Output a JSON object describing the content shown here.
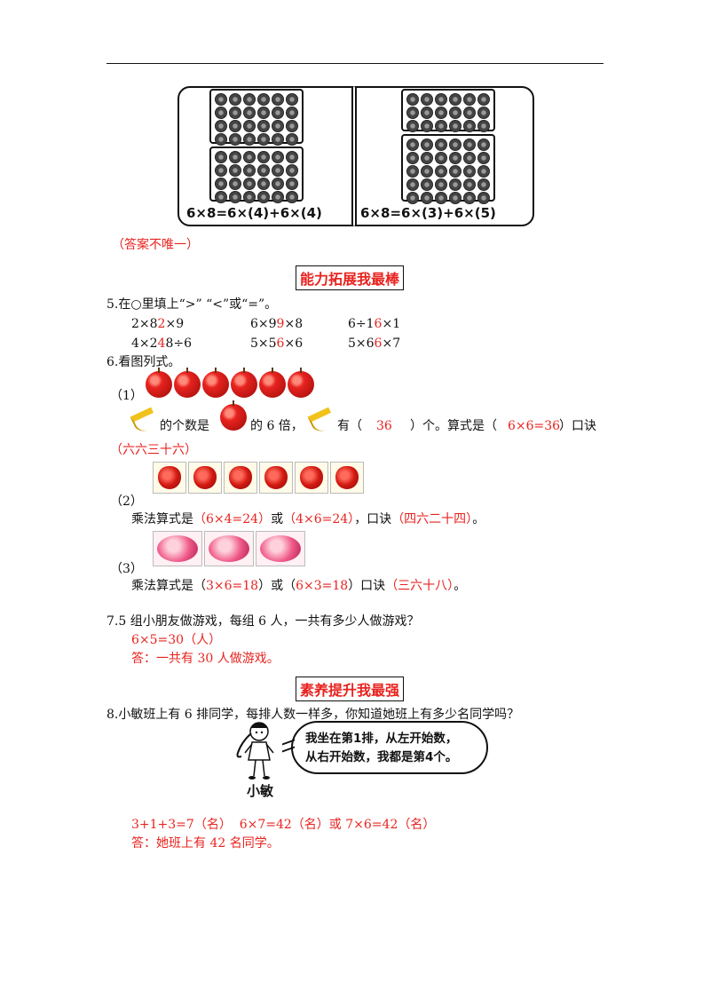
{
  "figure": {
    "left_equation": "6×8=6×(4)+6×(4)",
    "right_equation": "6×8=6×(3)+6×(5)"
  },
  "note": "（答案不唯一）",
  "section_ability": "能力拓展我最棒",
  "q5": {
    "prompt": "5.在○里填上“>” “<”或“=”。",
    "r1c1": [
      "2×8",
      "2",
      "×9"
    ],
    "r1c2": [
      "6×9",
      "9",
      "×8"
    ],
    "r1c3": [
      "6÷1",
      "6",
      "×1"
    ],
    "r2c1": [
      "4×2",
      "4",
      "8÷6"
    ],
    "r2c2": [
      "5×5",
      "6",
      "×6"
    ],
    "r2c3": [
      "5×6",
      "6",
      "×7"
    ]
  },
  "q6": {
    "prompt": "6.看图列式。",
    "p1_label": "（1）",
    "p1_text_a": "的个数是",
    "p1_text_b": "的 6 倍，",
    "p1_text_c": "有（",
    "p1_answer": "36",
    "p1_text_d": "）个。算式是（",
    "p1_formula": "6×6=36",
    "p1_text_e": "）口诀",
    "p1_koujue": "（六六三十六）",
    "p2_label": "（2）",
    "p2_text_a": "乘法算式是",
    "p2_formula_1": "（6×4=24）",
    "p2_or": "或",
    "p2_formula_2": "（4×6=24）",
    "p2_text_b": "，口诀",
    "p2_koujue": "（四六二十四）",
    "p2_end": "。",
    "p3_label": "（3）",
    "p3_text_a": "乘法算式是（",
    "p3_formula_1": "3×6=18",
    "p3_text_b": "）或（",
    "p3_formula_2": "6×3=18",
    "p3_text_c": "）口诀",
    "p3_koujue": "（三六十八）",
    "p3_end": "。"
  },
  "q7": {
    "prompt": "7.5 组小朋友做游戏，每组 6 人，一共有多少人做游戏？",
    "formula": "6×5=30（人）",
    "answer": "答：一共有 30 人做游戏。"
  },
  "section_literacy": "素养提升我最强",
  "q8": {
    "prompt": "8.小敏班上有 6 排同学，每排人数一样多，你知道她班上有多少名同学吗？",
    "bubble_line1": "我坐在第1排，从左开始数，",
    "bubble_line2": "从右开始数，我都是第4个。",
    "girl_name": "小敏",
    "formula": "3+1+3=7（名）  6×7=42（名）或 7×6=42（名）",
    "answer": "答：她班上有 42 名同学。"
  }
}
